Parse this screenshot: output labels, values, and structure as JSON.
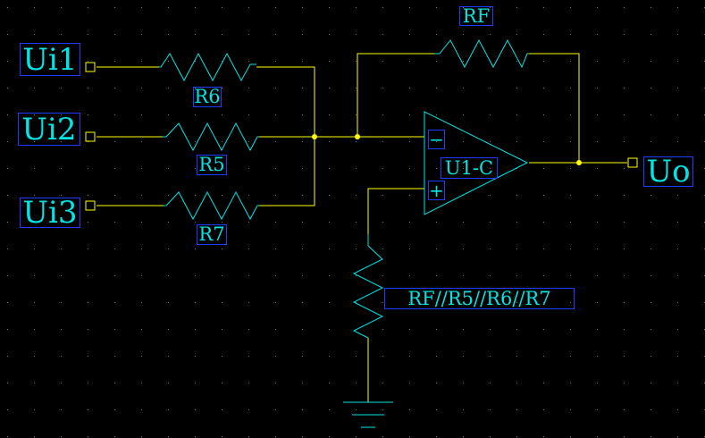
{
  "inputs": [
    "Ui1",
    "Ui2",
    "Ui3"
  ],
  "output": "Uo",
  "resistors": {
    "rf": "RF",
    "r6": "R6",
    "r5": "R5",
    "r7": "R7",
    "rbal": "RF//R5//R6//R7"
  },
  "opamp": {
    "name": "U1-C",
    "inverting": "−",
    "noninverting": "+"
  },
  "colors": {
    "background": "#000000",
    "wire": "#ffff00",
    "component": "#00e5e5",
    "label_border": "#1e3cff",
    "grid_dot": "#7a7a7a"
  }
}
